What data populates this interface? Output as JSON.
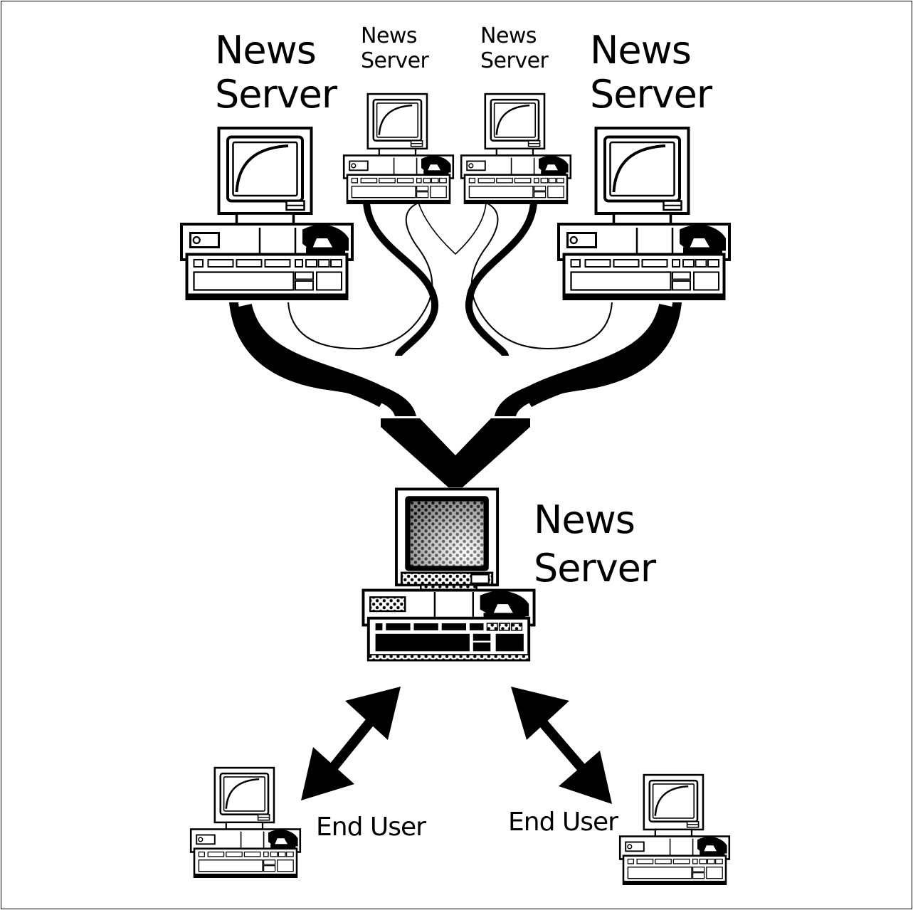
{
  "labels": {
    "server_far_left": [
      "News",
      "Server"
    ],
    "server_mid_left": [
      "News",
      "Server"
    ],
    "server_mid_right": [
      "News",
      "Server"
    ],
    "server_far_right": [
      "News",
      "Server"
    ],
    "server_center": [
      "News",
      "Server"
    ],
    "end_user_left": "End User",
    "end_user_right": "End User"
  },
  "colors": {
    "ink": "#000000",
    "paper": "#ffffff"
  }
}
